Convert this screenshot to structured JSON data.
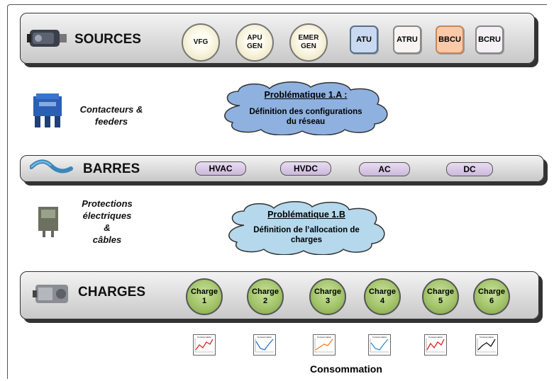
{
  "sources": {
    "title": "SOURCES",
    "generators": [
      "VFG",
      "APU\nGEN",
      "EMER\nGEN"
    ],
    "converters": [
      {
        "label": "ATU",
        "color": "#c9d9ef"
      },
      {
        "label": "ATRU",
        "color": "#f8f4f4"
      },
      {
        "label": "BBCU",
        "color": "#f9c9a8"
      },
      {
        "label": "BCRU",
        "color": "#f4f0f4"
      }
    ]
  },
  "contactors": {
    "label": "Contacteurs &\nfeeders"
  },
  "problem_a": {
    "title": "Problématique 1.A :",
    "text": "Définition des configurations\ndu réseau",
    "fill": "#8fb1e0"
  },
  "barres": {
    "title": "BARRES",
    "buses": [
      "HVAC",
      "HVDC",
      "AC",
      "DC"
    ]
  },
  "protections": {
    "label": "Protections\nélectriques\n&\ncâbles"
  },
  "problem_b": {
    "title": "Problématique 1.B",
    "text": "Définition de l’allocation de\ncharges",
    "fill": "#b5d8ec"
  },
  "charges": {
    "title": "CHARGES",
    "items": [
      {
        "line1": "Charge",
        "line2": "1"
      },
      {
        "line1": "Charge",
        "line2": "2"
      },
      {
        "line1": "Charge",
        "line2": "3"
      },
      {
        "line1": "Charge",
        "line2": "4"
      },
      {
        "line1": "Charge",
        "line2": "5"
      },
      {
        "line1": "Charge",
        "line2": "6"
      }
    ]
  },
  "consumption": {
    "label": "Consommation",
    "chart_title": "Consommation",
    "line_colors": [
      "#e02020",
      "#2a6fd6",
      "#f08020",
      "#2a8fd6",
      "#e02020",
      "#111111"
    ]
  }
}
